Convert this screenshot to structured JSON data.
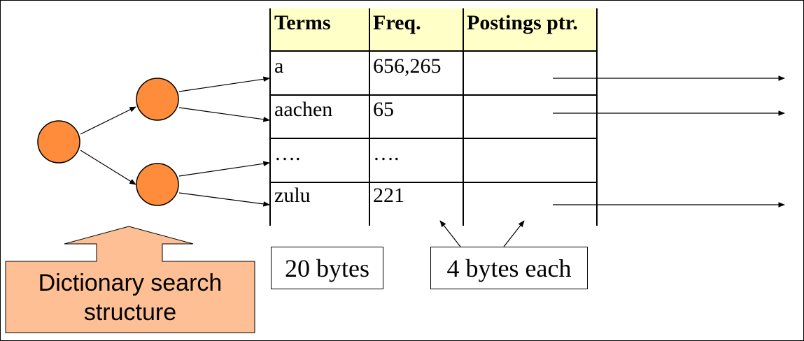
{
  "table": {
    "headers": [
      "Terms",
      "Freq.",
      "Postings ptr."
    ],
    "rows": [
      {
        "term": "a",
        "freq": "656,265"
      },
      {
        "term": "aachen",
        "freq": "65"
      },
      {
        "term": "….",
        "freq": "…."
      },
      {
        "term": "zulu",
        "freq": "221"
      }
    ]
  },
  "labels": {
    "term_size": "20 bytes",
    "field_size": "4 bytes each",
    "search_structure_line1": "Dictionary search",
    "search_structure_line2": "structure"
  },
  "colors": {
    "header_fill": "#ffffc8",
    "node_fill": "#ff8c3a",
    "callout_fill": "#ffbf94"
  }
}
